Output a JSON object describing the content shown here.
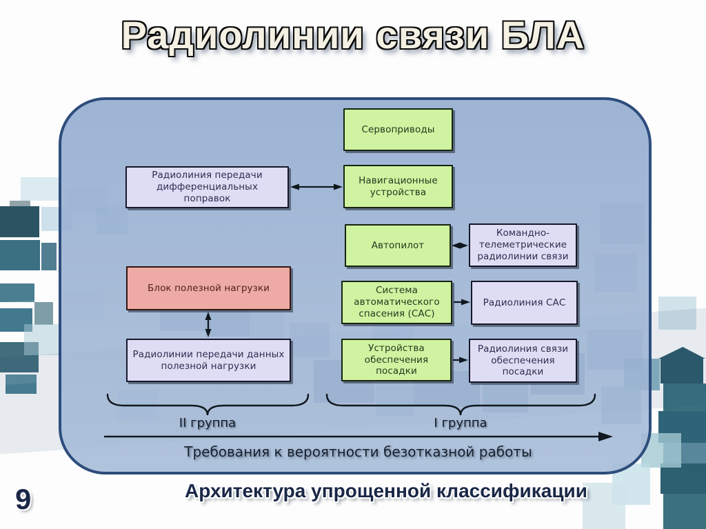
{
  "slide": {
    "title": "Радиолинии связи БЛА",
    "caption": "Архитектура упрощенной классификации",
    "page_number": "9"
  },
  "diagram": {
    "boxes": [
      {
        "id": "servo",
        "label": "Сервоприводы",
        "type": "green"
      },
      {
        "id": "radio-diff",
        "label": "Радиолиния передачи дифференциальных поправок",
        "type": "lavender"
      },
      {
        "id": "nav",
        "label": "Навигационные устройства",
        "type": "green"
      },
      {
        "id": "autopilot",
        "label": "Автопилот",
        "type": "green"
      },
      {
        "id": "cmd-telemetry",
        "label": "Командно-телеметрические радиолинии связи",
        "type": "lavender"
      },
      {
        "id": "payload",
        "label": "Блок полезной нагрузки",
        "type": "pink"
      },
      {
        "id": "sas",
        "label": "Система автоматического спасения (САС)",
        "type": "green"
      },
      {
        "id": "radio-sas",
        "label": "Радиолиния САС",
        "type": "lavender"
      },
      {
        "id": "payload-radio",
        "label": "Радиолинии передачи данных полезной нагрузки",
        "type": "lavender"
      },
      {
        "id": "landing",
        "label": "Устройства обеспечения посадки",
        "type": "green"
      },
      {
        "id": "landing-radio",
        "label": "Радиолиния связи обеспечения посадки",
        "type": "lavender"
      }
    ],
    "group_left": "II группа",
    "group_right": "I группа",
    "axis_label": "Требования к вероятности безотказной работы"
  },
  "colors": {
    "green_box": "#cff3a0",
    "lavender_box": "#dfddf3",
    "pink_box": "#eeaaa4",
    "panel_fill": "#9ab1d3",
    "panel_border": "#2d4d7c",
    "arrow": "#10181f",
    "title_text": "#f4f0e3",
    "caption_text": "#1a2747"
  }
}
